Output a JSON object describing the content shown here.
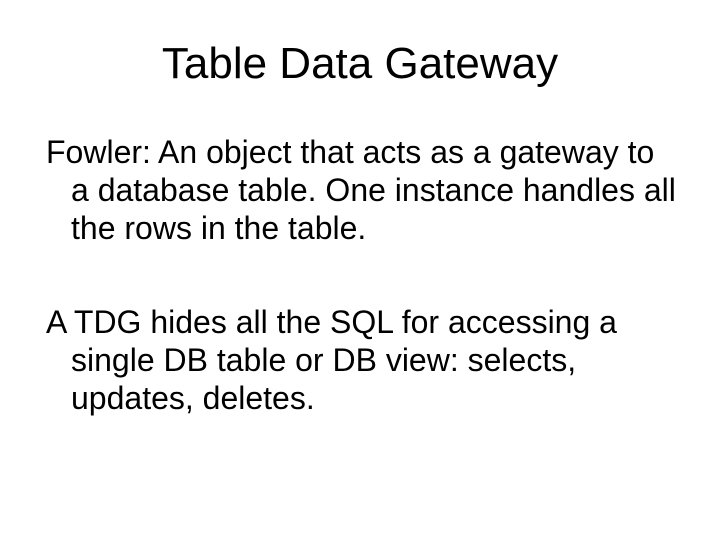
{
  "slide": {
    "title": "Table Data Gateway",
    "paragraphs": [
      {
        "name": "fowler-definition",
        "text": "Fowler: An object that acts as a gateway to\na database table. One instance handles all\nthe rows in the table."
      },
      {
        "name": "tdg-description",
        "text": "A TDG hides all the SQL for accessing a\nsingle DB table or DB view: selects,\nupdates, deletes."
      }
    ],
    "colors": {
      "background": "#ffffff",
      "text": "#000000"
    }
  }
}
